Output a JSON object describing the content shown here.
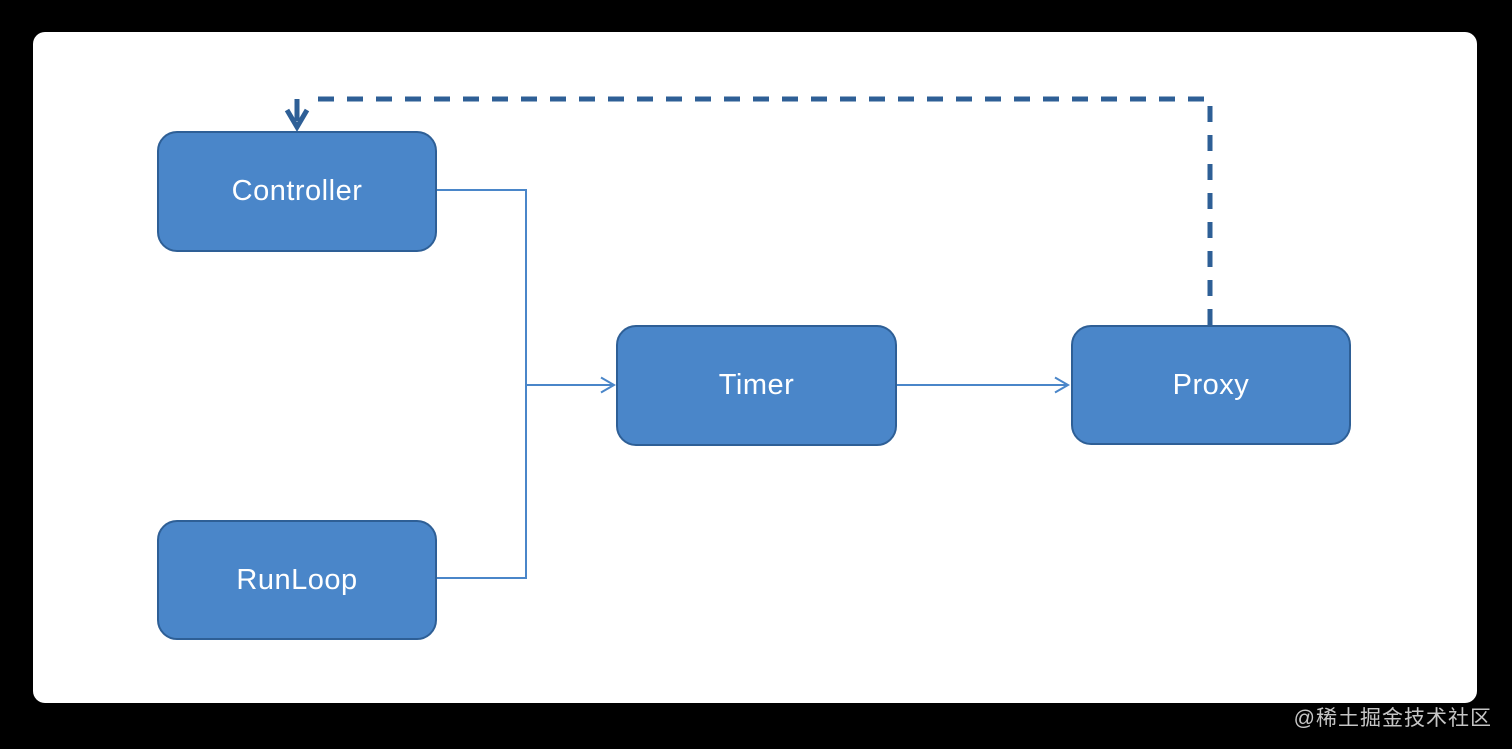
{
  "diagram": {
    "nodes": [
      {
        "id": "controller",
        "label": "Controller"
      },
      {
        "id": "runloop",
        "label": "RunLoop"
      },
      {
        "id": "timer",
        "label": "Timer"
      },
      {
        "id": "proxy",
        "label": "Proxy"
      }
    ],
    "edges": [
      {
        "from": "controller",
        "to": "timer",
        "style": "solid-arrow"
      },
      {
        "from": "runloop",
        "to": "timer",
        "style": "solid-arrow"
      },
      {
        "from": "timer",
        "to": "proxy",
        "style": "solid-arrow"
      },
      {
        "from": "proxy",
        "to": "controller",
        "style": "dashed-arrow"
      }
    ]
  },
  "watermark": {
    "text": "@稀土掘金技术社区"
  },
  "colors": {
    "page_background": "#000000",
    "canvas_background": "#ffffff",
    "node_fill": "#4a86c9",
    "node_border": "#2e5f96",
    "node_text": "#ffffff",
    "solid_connector": "#4a86c9",
    "dashed_connector": "#2e5f96",
    "watermark_text": "#e8e8e8"
  }
}
